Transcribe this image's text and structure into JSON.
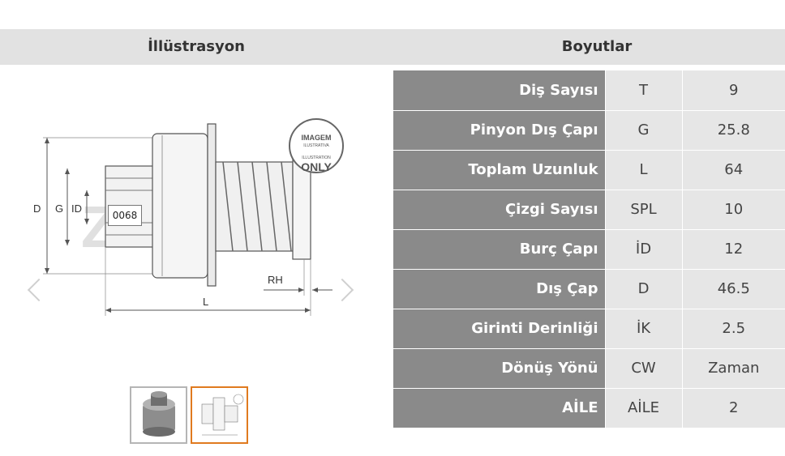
{
  "headers": {
    "illustration": "İllüstrasyon",
    "dimensions": "Boyutlar"
  },
  "illustration": {
    "code": "0068",
    "dimension_labels": {
      "d": "D",
      "g": "G",
      "id": "ID",
      "rh": "RH",
      "l": "L"
    },
    "stamp": {
      "line1": "IMAGEM",
      "line2": "ILUSTRATIVA",
      "line3": "ILLUSTRATION",
      "line4": "ONLY"
    },
    "watermark": "ZEN SA"
  },
  "specs": [
    {
      "label": "Diş Sayısı",
      "symbol": "T",
      "value": "9"
    },
    {
      "label": "Pinyon Dış Çapı",
      "symbol": "G",
      "value": "25.8"
    },
    {
      "label": "Toplam Uzunluk",
      "symbol": "L",
      "value": "64"
    },
    {
      "label": "Çizgi Sayısı",
      "symbol": "SPL",
      "value": "10"
    },
    {
      "label": "Burç Çapı",
      "symbol": "İD",
      "value": "12"
    },
    {
      "label": "Dış Çap",
      "symbol": "D",
      "value": "46.5"
    },
    {
      "label": "Girinti Derinliği",
      "symbol": "İK",
      "value": "2.5"
    },
    {
      "label": "Dönüş Yönü",
      "symbol": "CW",
      "value": "Zaman"
    },
    {
      "label": "AİLE",
      "symbol": "AİLE",
      "value": "2"
    }
  ],
  "colors": {
    "label_bg": "#8a8a8a",
    "cell_bg": "#e6e6e6",
    "header_bg": "#e2e2e2",
    "thumb_active": "#e07a1f"
  },
  "icons": {
    "prev": "chevron-left-icon",
    "next": "chevron-right-icon"
  }
}
